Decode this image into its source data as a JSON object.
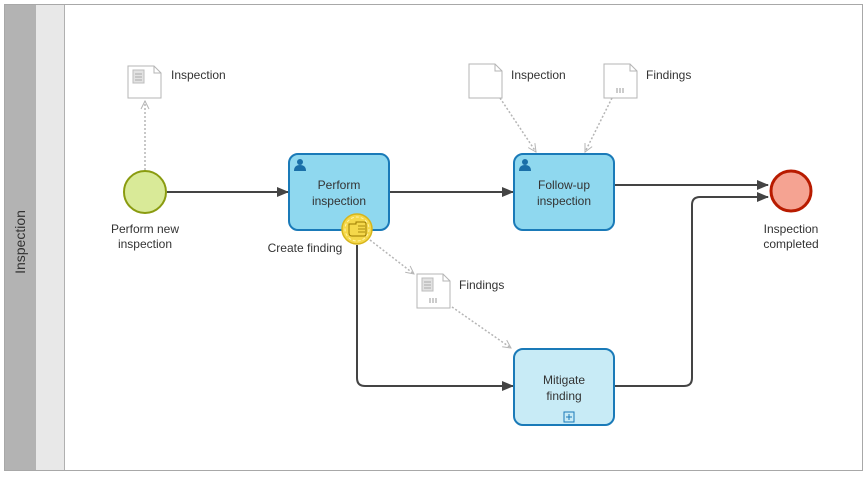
{
  "pool": {
    "label": "Inspection"
  },
  "lane": {
    "label": ""
  },
  "colors": {
    "task_fill": "#8fd8ef",
    "task_stroke": "#1a7ab8",
    "subprocess_fill": "#c8ebf6",
    "start_fill": "#d9ea98",
    "start_stroke": "#8a9b10",
    "end_fill": "#f5a392",
    "end_stroke": "#b81b00",
    "boundary_fill": "#f5d84a",
    "boundary_stroke": "#d7b51b",
    "flow": "#444444",
    "association": "#b5b5b5"
  },
  "events": {
    "start": {
      "label_line1": "Perform new",
      "label_line2": "inspection",
      "type": "start-event"
    },
    "end": {
      "label_line1": "Inspection",
      "label_line2": "completed",
      "type": "end-event"
    },
    "boundary": {
      "label": "Create finding",
      "type": "non-interrupting-boundary-event",
      "icon": "hand-icon"
    }
  },
  "tasks": {
    "perform": {
      "line1": "Perform",
      "line2": "inspection",
      "type": "user-task",
      "icon": "user-icon"
    },
    "followup": {
      "line1": "Follow-up",
      "line2": "inspection",
      "type": "user-task",
      "icon": "user-icon"
    },
    "mitigate": {
      "line1": "Mitigate",
      "line2": "finding",
      "type": "collapsed-subprocess",
      "icon": "plus-box-icon"
    }
  },
  "data_objects": {
    "inspection_start": {
      "label": "Inspection",
      "icon": "document-lines-icon"
    },
    "inspection_followup": {
      "label": "Inspection",
      "icon": "document-icon"
    },
    "findings_followup": {
      "label": "Findings",
      "icon": "collection-icon"
    },
    "findings_boundary": {
      "label": "Findings",
      "icon": "document-collection-icon"
    }
  }
}
